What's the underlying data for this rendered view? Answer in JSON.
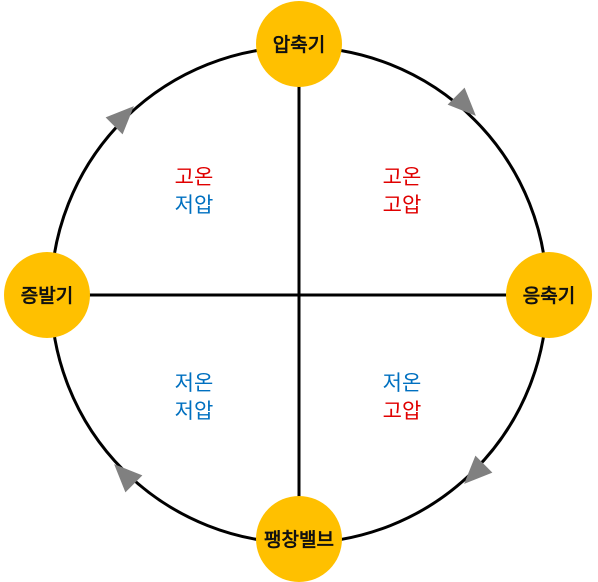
{
  "colors": {
    "node_fill": "#FFC000",
    "line": "#000000",
    "arrow": "#808080",
    "high": "#E00000",
    "low": "#0070C0"
  },
  "nodes": {
    "top": {
      "label": "압축기"
    },
    "right": {
      "label": "응축기"
    },
    "bottom": {
      "label": "팽창밸브"
    },
    "left": {
      "label": "증발기"
    }
  },
  "quadrants": {
    "top_left": {
      "temp": "고온",
      "pressure": "저압"
    },
    "top_right": {
      "temp": "고온",
      "pressure": "고압"
    },
    "bottom_left": {
      "temp": "저온",
      "pressure": "저압"
    },
    "bottom_right": {
      "temp": "저온",
      "pressure": "고압"
    }
  },
  "flow": {
    "direction": "clockwise"
  }
}
